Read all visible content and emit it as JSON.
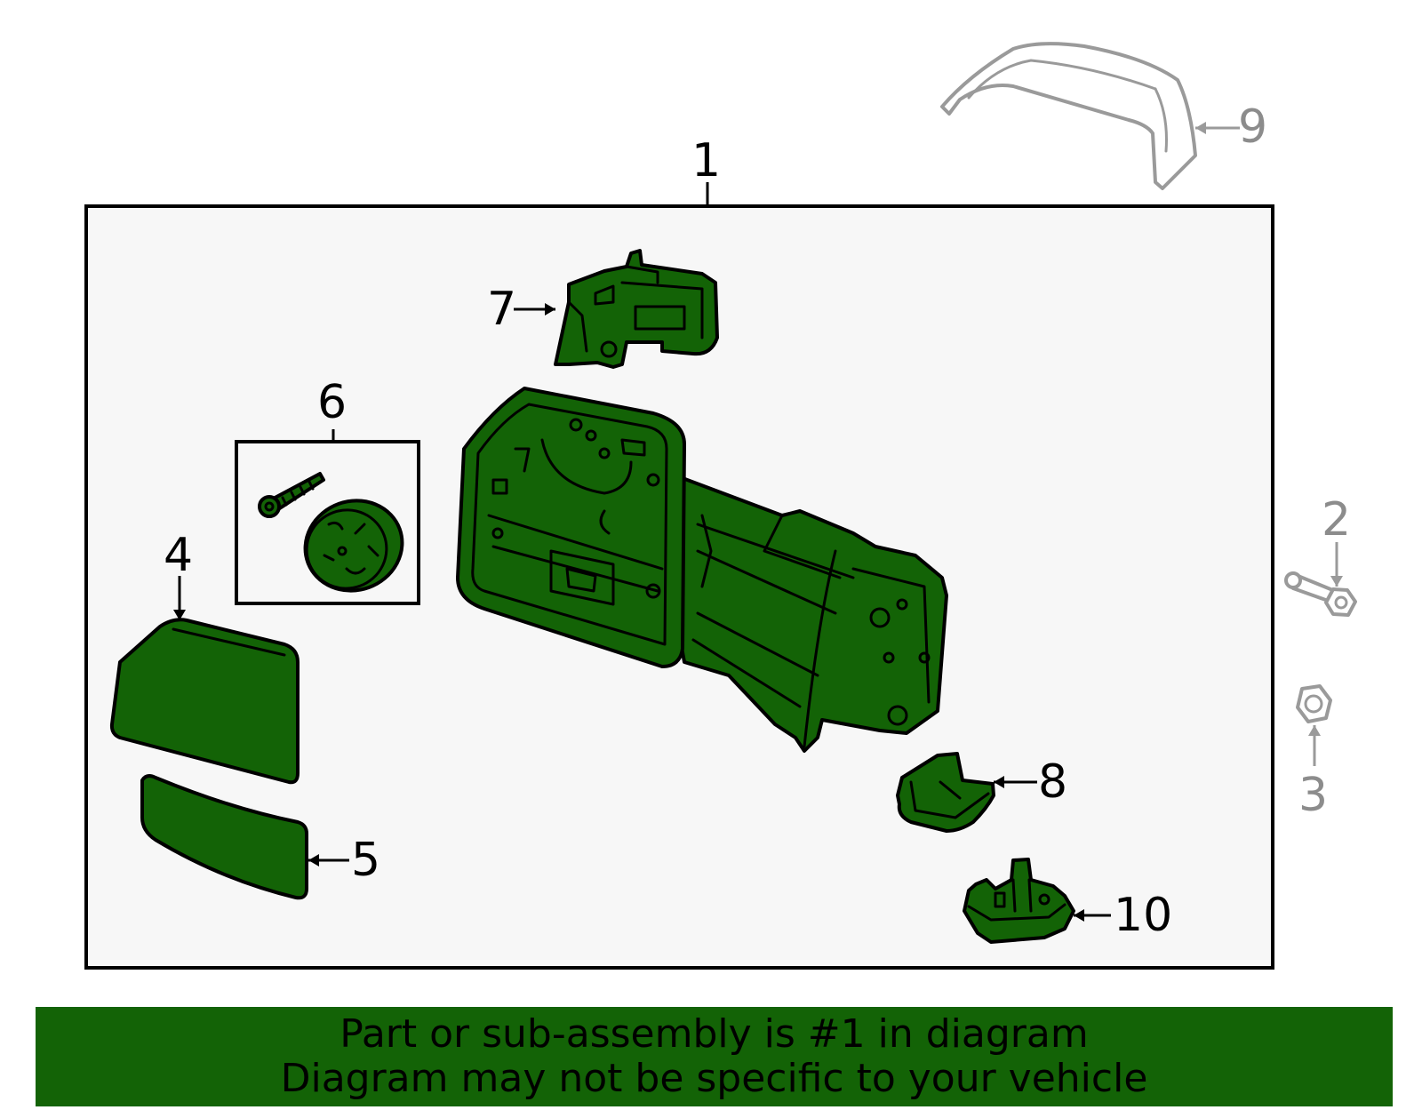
{
  "colors": {
    "part_fill": "#136306",
    "banner": "#136306",
    "callout_gray": "#8c8c8c",
    "box_fill": "#f7f7f7"
  },
  "callouts": {
    "c1": "1",
    "c2": "2",
    "c3": "3",
    "c4": "4",
    "c5": "5",
    "c6": "6",
    "c7": "7",
    "c8": "8",
    "c9": "9",
    "c10": "10"
  },
  "banner": {
    "line1": "Part or sub-assembly is #1 in diagram",
    "line2": "Diagram may not be specific to your vehicle"
  }
}
